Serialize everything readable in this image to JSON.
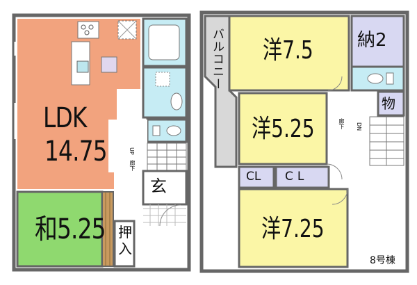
{
  "floor1": {
    "ldk_name": "LDK",
    "ldk_size": "14.75",
    "washitsu": "和5.25",
    "oshiire_1": "押",
    "oshiire_2": "入",
    "genkan": "玄",
    "stair_up": "UP",
    "roka": "廊下"
  },
  "floor2": {
    "balcony": "バルコニー",
    "room1": "洋7.5",
    "nando": "納2",
    "mono": "物",
    "room2": "洋5.25",
    "cl1": "CL",
    "cl2": "CL",
    "room3": "洋7.25",
    "stair_dn": "DN",
    "roka": "廊下"
  },
  "building_label": "8号棟",
  "colors": {
    "ldk": "#f2a37e",
    "washitsu": "#8fd96f",
    "western": "#fbf6a6",
    "storage": "#d8d8f2",
    "wet": "#c6ecf4",
    "balcony": "#d8d8d8",
    "wall": "#666666"
  }
}
